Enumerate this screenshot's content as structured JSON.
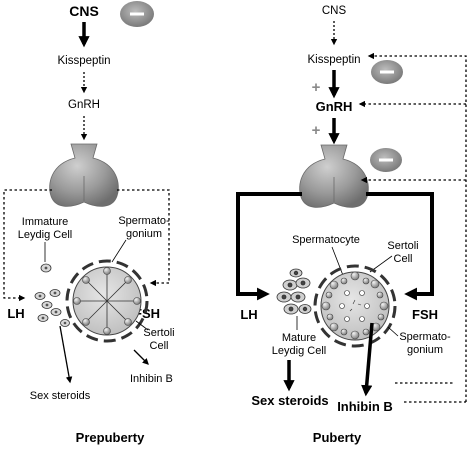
{
  "left": {
    "cns": "CNS",
    "kisspeptin": "Kisspeptin",
    "gnrh": "GnRH",
    "immature_leydig_1": "Immature",
    "immature_leydig_2": "Leydig Cell",
    "spermatogonium_1": "Spermato-",
    "spermatogonium_2": "gonium",
    "lh": "LH",
    "fsh": "FSH",
    "sertoli_1": "Sertoli",
    "sertoli_2": "Cell",
    "inhibin_b": "Inhibin B",
    "sex_steroids": "Sex steroids",
    "stage_label": "Prepuberty"
  },
  "right": {
    "cns": "CNS",
    "kisspeptin": "Kisspeptin",
    "gnrh": "GnRH",
    "spermatocyte": "Spermatocyte",
    "sertoli_1": "Sertoli",
    "sertoli_2": "Cell",
    "lh": "LH",
    "fsh": "FSH",
    "mature_leydig_1": "Mature",
    "mature_leydig_2": "Leydig Cell",
    "spermatogonium_1": "Spermato-",
    "spermatogonium_2": "gonium",
    "sex_steroids": "Sex steroids",
    "inhibin_b": "Inhibin B",
    "stage_label": "Puberty"
  },
  "symbols": {
    "minus": "−",
    "plus": "+"
  },
  "colors": {
    "gray_fill": "#9a9a9a",
    "dark_gray": "#555555",
    "light_gray": "#d6d6d6"
  }
}
